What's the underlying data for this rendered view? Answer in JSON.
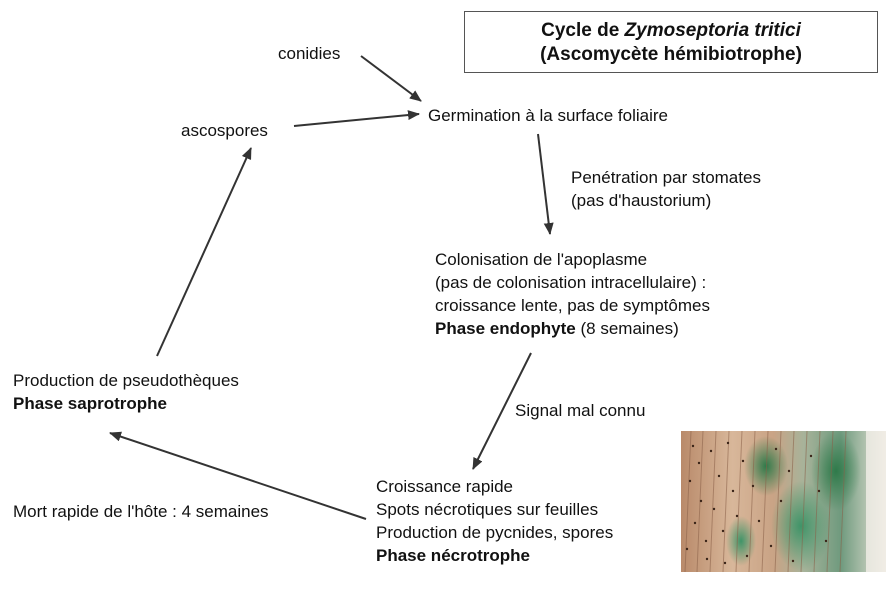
{
  "title": {
    "prefix": "Cycle de ",
    "species": "Zymoseptoria tritici",
    "subtitle": "(Ascomycète hémibiotrophe)"
  },
  "nodes": {
    "conidies": "conidies",
    "ascospores": "ascospores",
    "germination": "Germination à la surface foliaire",
    "penetration": [
      "Penétration par stomates",
      "(pas d'haustorium)"
    ],
    "colonisation": [
      "Colonisation de l'apoplasme",
      "(pas de colonisation intracellulaire) :",
      "croissance lente, pas de symptômes"
    ],
    "endophyte_phase": "Phase endophyte",
    "endophyte_duration": " (8 semaines)",
    "signal": "Signal mal connu",
    "croissance": [
      "Croissance rapide",
      "Spots nécrotiques sur feuilles",
      "Production de pycnides, spores"
    ],
    "necrotrophe_phase": "Phase nécrotrophe",
    "mort": "Mort rapide de l'hôte : 4 semaines",
    "production": "Production de pseudothèques",
    "saprotrophe_phase": "Phase saprotrophe"
  },
  "colors": {
    "arrow": "#333333",
    "text": "#111111"
  }
}
